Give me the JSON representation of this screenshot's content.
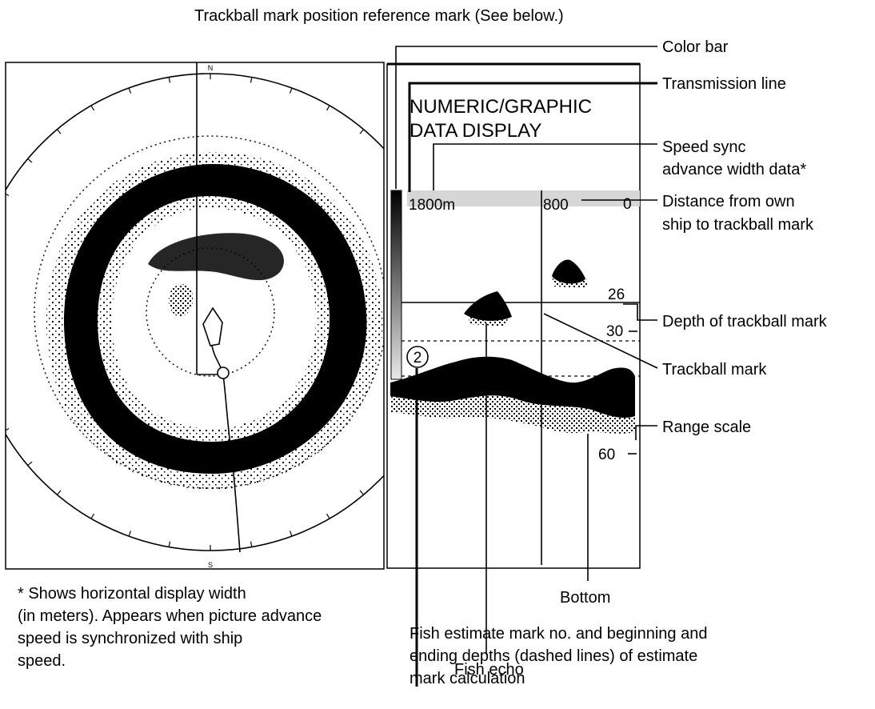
{
  "top_caption": "Trackball mark position reference mark (See below.)",
  "compass": {
    "north": "N",
    "south": "S"
  },
  "data_display": {
    "line1": "NUMERIC/GRAPHIC",
    "line2": "DATA DISPLAY",
    "advance_width": "1800m",
    "distance_value": "800",
    "distance_zero": "0",
    "depth_trackball": "26",
    "depth_30": "30",
    "depth_60": "60",
    "estimate_mark_no": "2"
  },
  "callouts": {
    "color_bar": "Color bar",
    "transmission_line": "Transmission line",
    "speed_sync_1": "Speed sync",
    "speed_sync_2": "advance width data*",
    "distance_1": "Distance from own",
    "distance_2": "ship to trackball mark",
    "depth_of_trackball": "Depth of trackball mark",
    "trackball_mark": "Trackball mark",
    "range_scale": "Range scale",
    "bottom": "Bottom",
    "fish_echo": "Fish echo",
    "fish_estimate_1": "Fish estimate mark no. and beginning and",
    "fish_estimate_2": "ending depths (dashed lines) of estimate",
    "fish_estimate_3": "mark calculation"
  },
  "footnote": {
    "line1": "* Shows horizontal display width",
    "line2": "(in meters). Appears when picture advance",
    "line3": "speed is synchronized with ship",
    "line4": "speed."
  }
}
